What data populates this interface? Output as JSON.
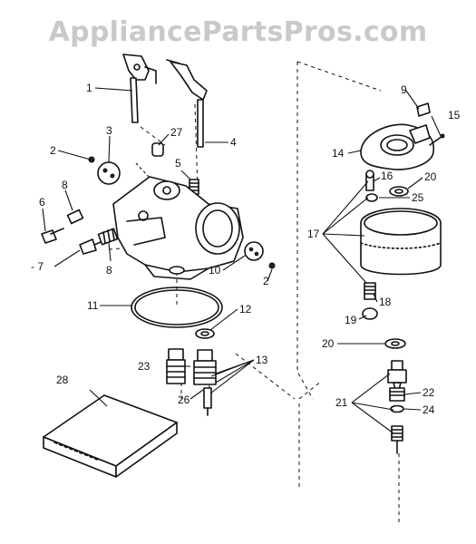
{
  "watermark": "AppliancePartsPros.com",
  "colors": {
    "ink": "#111111",
    "watermark": "#c9c9c9",
    "background": "#ffffff"
  },
  "callouts": [
    {
      "id": "c1",
      "text": "1"
    },
    {
      "id": "c2a",
      "text": "2"
    },
    {
      "id": "c3",
      "text": "3"
    },
    {
      "id": "c27",
      "text": "27"
    },
    {
      "id": "c4",
      "text": "4"
    },
    {
      "id": "c5",
      "text": "5"
    },
    {
      "id": "c6",
      "text": "6"
    },
    {
      "id": "c8a",
      "text": "8"
    },
    {
      "id": "c7",
      "text": "- 7"
    },
    {
      "id": "c8b",
      "text": "8"
    },
    {
      "id": "c10",
      "text": "10"
    },
    {
      "id": "c2b",
      "text": "2"
    },
    {
      "id": "c11",
      "text": "11"
    },
    {
      "id": "c12",
      "text": "12"
    },
    {
      "id": "c13",
      "text": "13"
    },
    {
      "id": "c23",
      "text": "23"
    },
    {
      "id": "c26",
      "text": "26"
    },
    {
      "id": "c28",
      "text": "28"
    },
    {
      "id": "c9",
      "text": "9"
    },
    {
      "id": "c15",
      "text": "15"
    },
    {
      "id": "c14",
      "text": "14"
    },
    {
      "id": "c16",
      "text": "16"
    },
    {
      "id": "c20a",
      "text": "20"
    },
    {
      "id": "c25",
      "text": "25"
    },
    {
      "id": "c17",
      "text": "17"
    },
    {
      "id": "c18",
      "text": "18"
    },
    {
      "id": "c19",
      "text": "19"
    },
    {
      "id": "c20b",
      "text": "20"
    },
    {
      "id": "c21",
      "text": "21"
    },
    {
      "id": "c22",
      "text": "22"
    },
    {
      "id": "c24",
      "text": "24"
    }
  ]
}
